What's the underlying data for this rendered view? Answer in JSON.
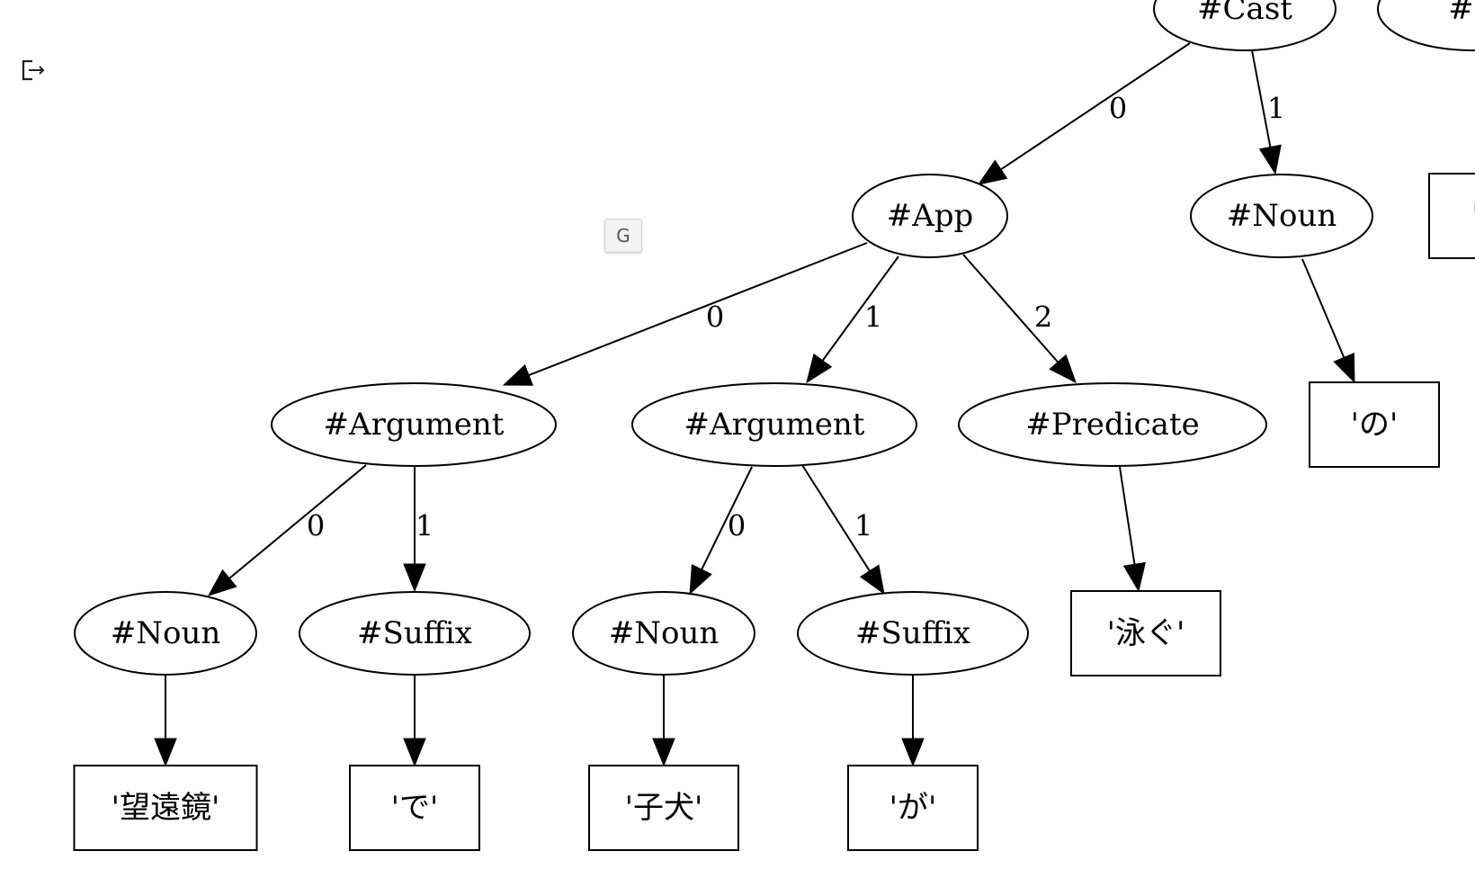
{
  "ui": {
    "g_badge_label": "G",
    "output_icon": "output-redirect-icon"
  },
  "diagram": {
    "nodes": [
      {
        "id": "cast",
        "label": "#Cast",
        "shape": "ellipse"
      },
      {
        "id": "s_partial",
        "label": "#S",
        "shape": "ellipse"
      },
      {
        "id": "app",
        "label": "#App",
        "shape": "ellipse"
      },
      {
        "id": "noun_top",
        "label": "#Noun",
        "shape": "ellipse"
      },
      {
        "id": "box_partial",
        "label": "'",
        "shape": "box"
      },
      {
        "id": "arg0",
        "label": "#Argument",
        "shape": "ellipse"
      },
      {
        "id": "arg1",
        "label": "#Argument",
        "shape": "ellipse"
      },
      {
        "id": "pred",
        "label": "#Predicate",
        "shape": "ellipse"
      },
      {
        "id": "no",
        "label": "'の'",
        "shape": "box"
      },
      {
        "id": "noun_a",
        "label": "#Noun",
        "shape": "ellipse"
      },
      {
        "id": "suffix_a",
        "label": "#Suffix",
        "shape": "ellipse"
      },
      {
        "id": "noun_b",
        "label": "#Noun",
        "shape": "ellipse"
      },
      {
        "id": "suffix_b",
        "label": "#Suffix",
        "shape": "ellipse"
      },
      {
        "id": "oyogu",
        "label": "'泳ぐ'",
        "shape": "box"
      },
      {
        "id": "bouenkyou",
        "label": "'望遠鏡'",
        "shape": "box"
      },
      {
        "id": "de",
        "label": "'で'",
        "shape": "box"
      },
      {
        "id": "koinu",
        "label": "'子犬'",
        "shape": "box"
      },
      {
        "id": "ga",
        "label": "'が'",
        "shape": "box"
      }
    ],
    "edges": [
      {
        "from": "cast",
        "to": "app",
        "label": "0"
      },
      {
        "from": "cast",
        "to": "noun_top",
        "label": "1"
      },
      {
        "from": "app",
        "to": "arg0",
        "label": "0"
      },
      {
        "from": "app",
        "to": "arg1",
        "label": "1"
      },
      {
        "from": "app",
        "to": "pred",
        "label": "2"
      },
      {
        "from": "noun_top",
        "to": "no",
        "label": ""
      },
      {
        "from": "arg0",
        "to": "noun_a",
        "label": "0"
      },
      {
        "from": "arg0",
        "to": "suffix_a",
        "label": "1"
      },
      {
        "from": "arg1",
        "to": "noun_b",
        "label": "0"
      },
      {
        "from": "arg1",
        "to": "suffix_b",
        "label": "1"
      },
      {
        "from": "pred",
        "to": "oyogu",
        "label": ""
      },
      {
        "from": "noun_a",
        "to": "bouenkyou",
        "label": ""
      },
      {
        "from": "suffix_a",
        "to": "de",
        "label": ""
      },
      {
        "from": "noun_b",
        "to": "koinu",
        "label": ""
      },
      {
        "from": "suffix_b",
        "to": "ga",
        "label": ""
      }
    ]
  }
}
